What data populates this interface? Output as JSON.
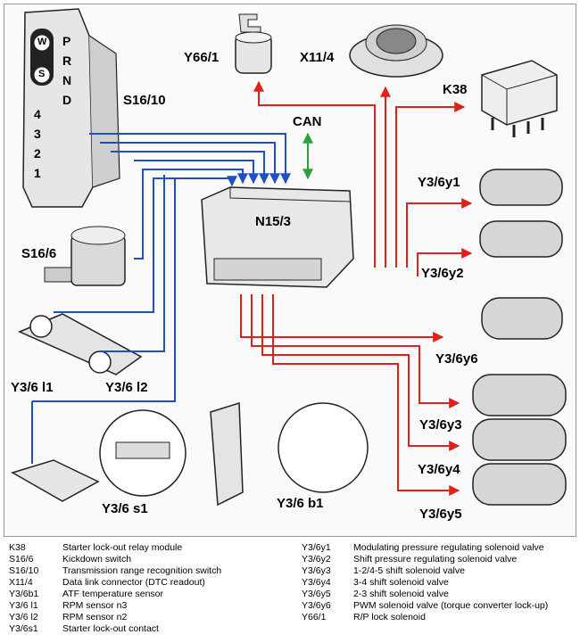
{
  "diagram": {
    "labels": {
      "y66_1": "Y66/1",
      "x11_4": "X11/4",
      "k38": "K38",
      "s16_10": "S16/10",
      "can": "CAN",
      "n15_3": "N15/3",
      "s16_6": "S16/6",
      "y3_6y1": "Y3/6y1",
      "y3_6y2": "Y3/6y2",
      "y3_6y6": "Y3/6y6",
      "y3_6y3": "Y3/6y3",
      "y3_6y4": "Y3/6y4",
      "y3_6y5": "Y3/6y5",
      "y3_6l1": "Y3/6  l1",
      "y3_6l2": "Y3/6  l2",
      "y3_6s1": "Y3/6  s1",
      "y3_6b1": "Y3/6  b1"
    },
    "selector_letters": [
      "P",
      "R",
      "N",
      "D",
      "4",
      "3",
      "2",
      "1"
    ],
    "selector_buttons": [
      "W",
      "S"
    ],
    "colors": {
      "input_wire": "#1f4fc4",
      "output_wire": "#e0201a",
      "can_wire": "#27a33a",
      "component": "#d9d9d9"
    }
  },
  "legend": {
    "left": [
      {
        "code": "K38",
        "desc": "Starter lock-out relay module"
      },
      {
        "code": "S16/6",
        "desc": "Kickdown switch"
      },
      {
        "code": "S16/10",
        "desc": "Transmission range recognition switch"
      },
      {
        "code": "X11/4",
        "desc": "Data link connector (DTC readout)"
      },
      {
        "code": "Y3/6b1",
        "desc": "ATF temperature sensor"
      },
      {
        "code": "Y3/6 l1",
        "desc": "RPM sensor n3"
      },
      {
        "code": "Y3/6 l2",
        "desc": "RPM sensor n2"
      },
      {
        "code": "Y3/6s1",
        "desc": "Starter lock-out contact"
      }
    ],
    "right": [
      {
        "code": "Y3/6y1",
        "desc": "Modulating pressure regulating solenoid valve"
      },
      {
        "code": "Y3/6y2",
        "desc": "Shift pressure regulating solenoid valve"
      },
      {
        "code": "Y3/6y3",
        "desc": "1-2/4-5 shift solenoid valve"
      },
      {
        "code": "Y3/6y4",
        "desc": "3-4 shift solenoid valve"
      },
      {
        "code": "Y3/6y5",
        "desc": "2-3 shift solenoid valve"
      },
      {
        "code": "Y3/6y6",
        "desc": "PWM solenoid valve (torque converter lock-up)"
      },
      {
        "code": "Y66/1",
        "desc": "R/P lock solenoid"
      }
    ]
  }
}
